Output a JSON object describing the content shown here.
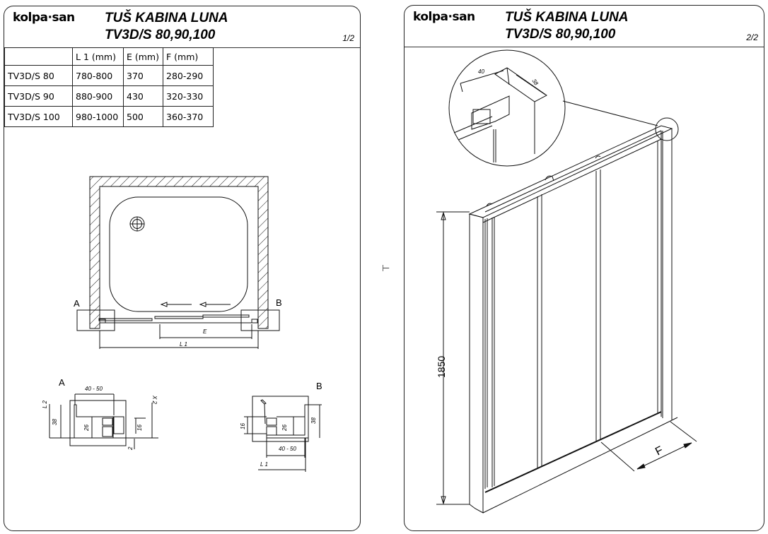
{
  "brand": {
    "logo_text": "kolpa·san"
  },
  "pages": [
    {
      "title": "TUŠ KABINA LUNA",
      "subtitle": "TV3D/S 80,90,100",
      "page_number": "1/2"
    },
    {
      "title": "TUŠ KABINA LUNA",
      "subtitle": "TV3D/S 80,90,100",
      "page_number": "2/2"
    }
  ],
  "dimensions_table": {
    "headers": [
      "",
      "L 1  (mm)",
      "E (mm)",
      "F (mm)"
    ],
    "rows": [
      [
        "TV3D/S 80",
        "780-800",
        "370",
        "280-290"
      ],
      [
        "TV3D/S 90",
        "880-900",
        "430",
        "320-330"
      ],
      [
        "TV3D/S 100",
        "980-1000",
        "500",
        "360-370"
      ]
    ]
  },
  "plan_view": {
    "detail_a_label": "A",
    "detail_b_label": "B",
    "dim_e": "E",
    "dim_l1": "L 1"
  },
  "detail_a": {
    "label": "A",
    "dim_width": "40 - 50",
    "dim_l2": "L 2",
    "dim_x2": "X 2",
    "dim_38": "38",
    "dim_26": "26",
    "dim_16": "16",
    "dim_2": "2"
  },
  "detail_b": {
    "label": "B",
    "dim_16": "16",
    "dim_26": "26",
    "dim_38": "38",
    "dim_width": "40 - 50",
    "dim_l1": "L 1"
  },
  "perspective_view": {
    "height_label": "1850",
    "depth_label": "F",
    "zoom_dim_40": "40",
    "zoom_dim_38": "38"
  },
  "stray_mark": "⊢"
}
